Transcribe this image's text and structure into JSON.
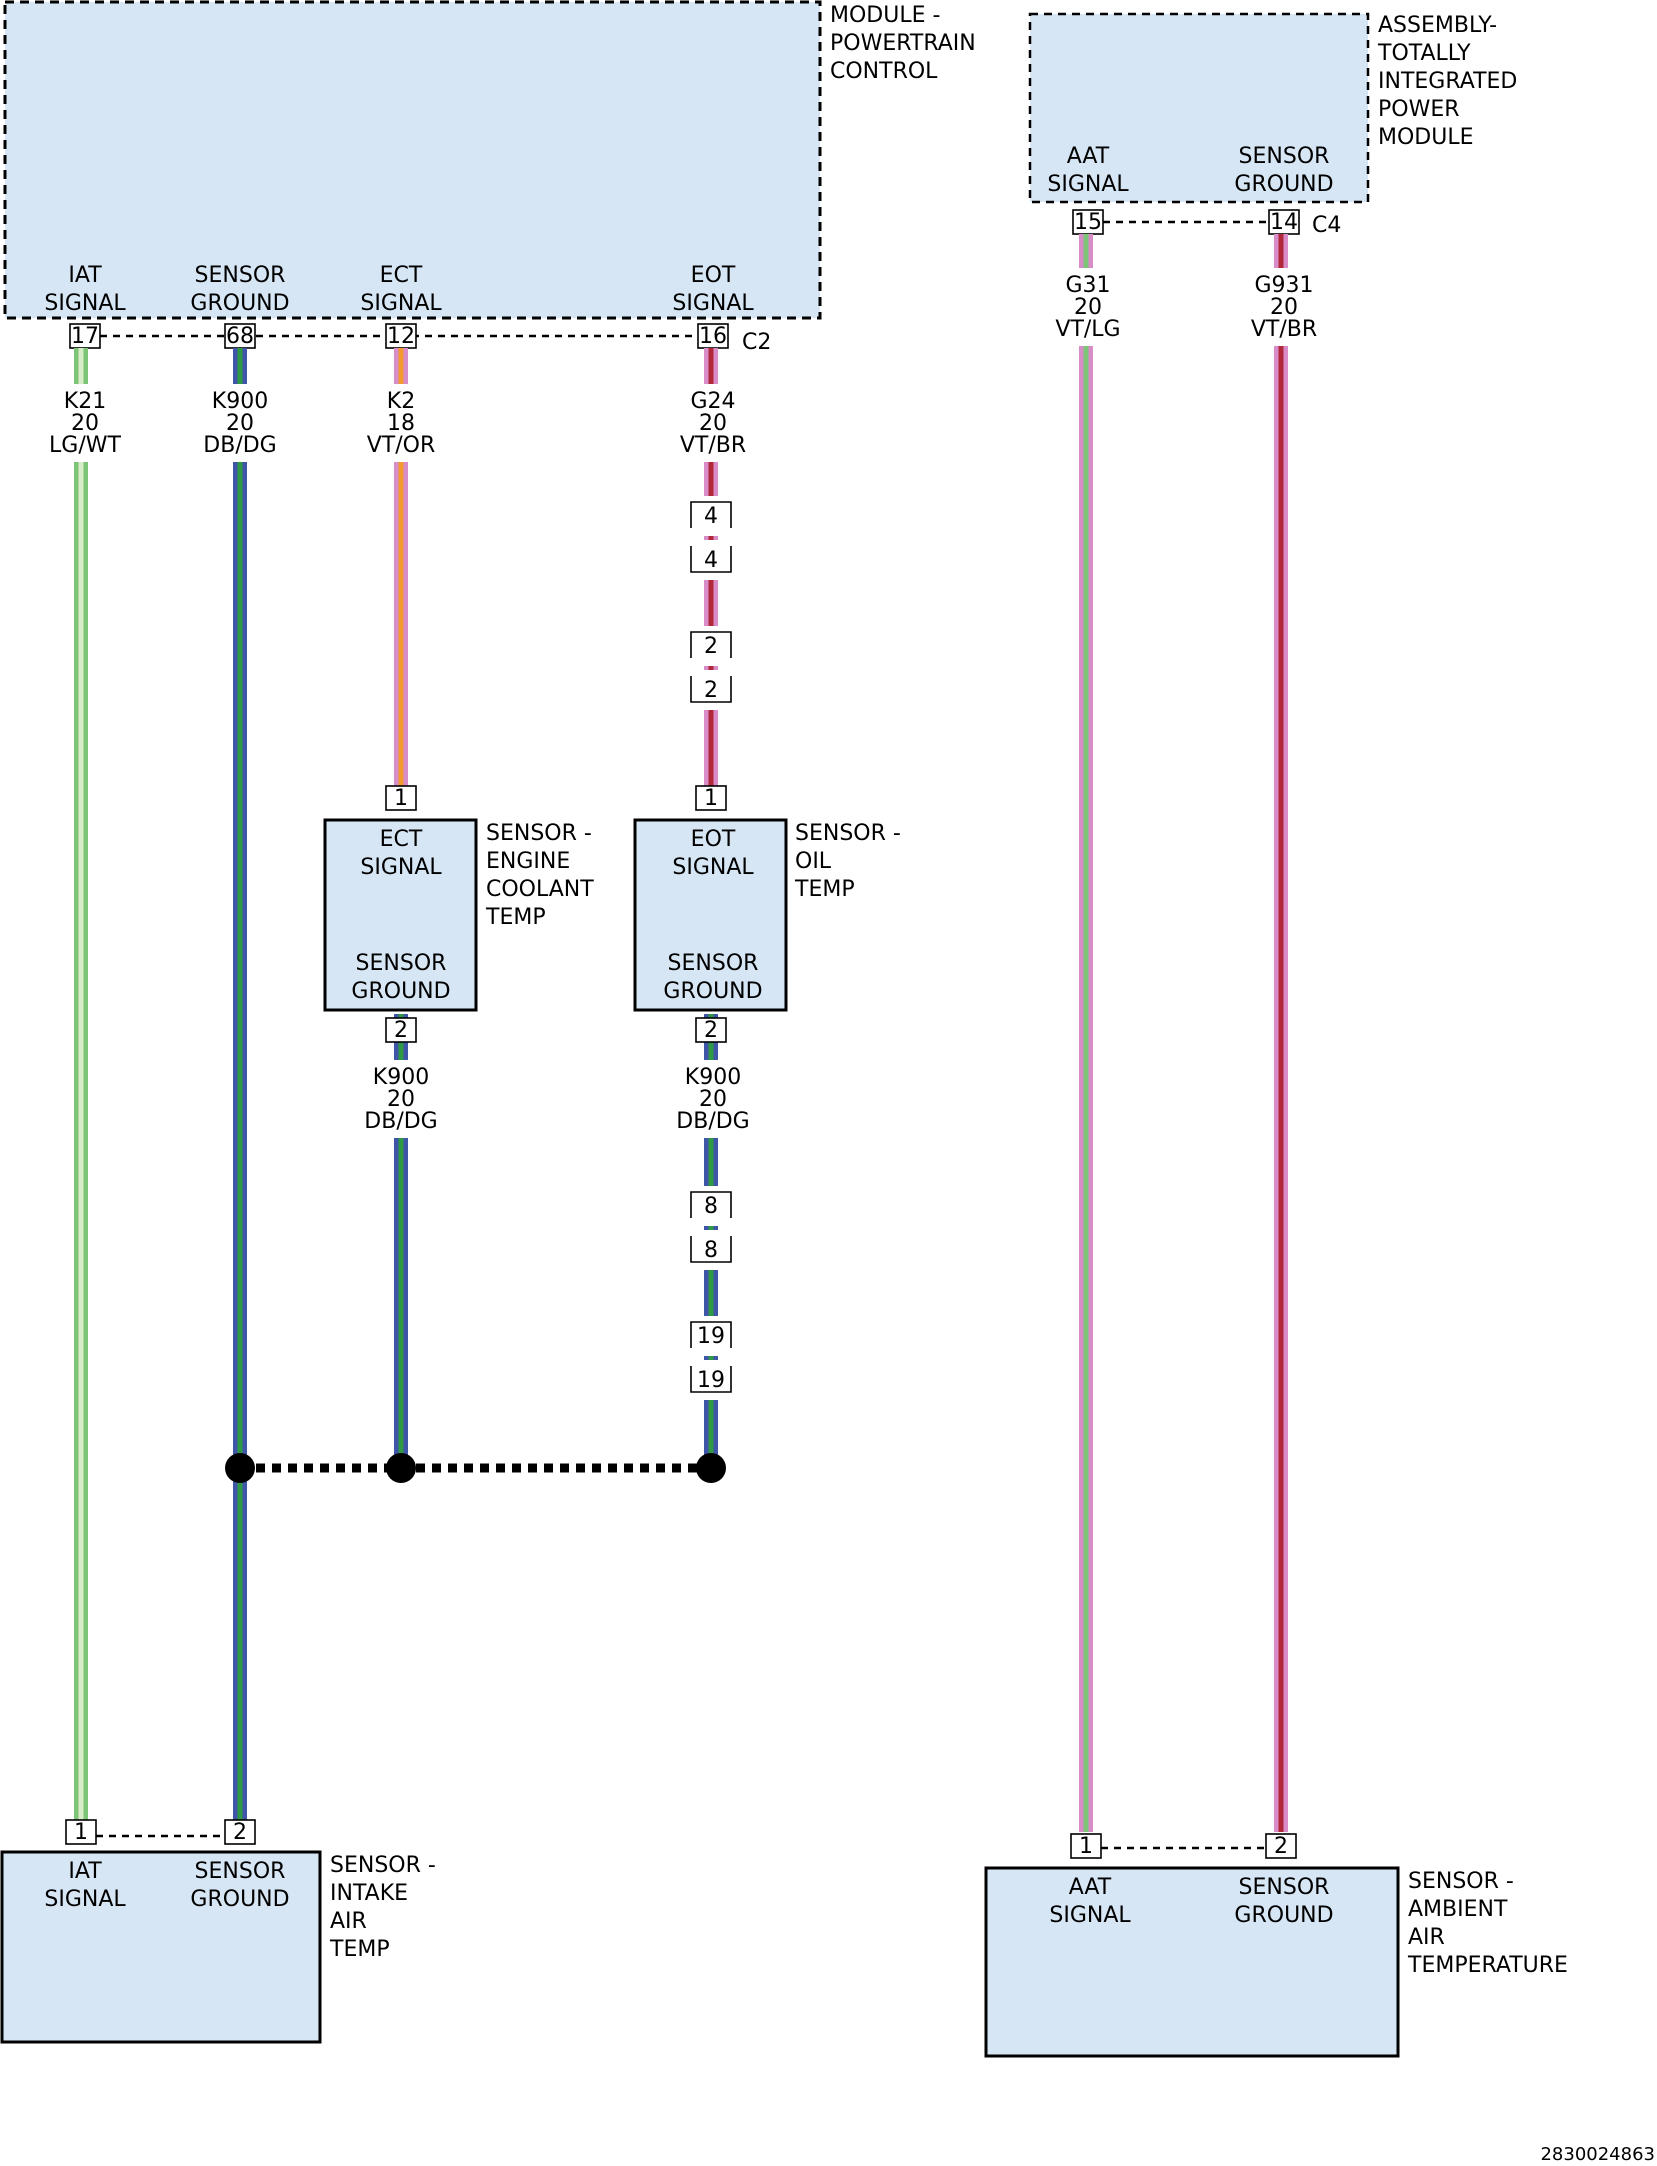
{
  "modules": {
    "pcm": {
      "name": [
        "MODULE -",
        "POWERTRAIN",
        "CONTROL"
      ],
      "connector": "C2",
      "pins": [
        {
          "pin": "17",
          "label": [
            "IAT",
            "SIGNAL"
          ]
        },
        {
          "pin": "68",
          "label": [
            "SENSOR",
            "GROUND"
          ]
        },
        {
          "pin": "12",
          "label": [
            "ECT",
            "SIGNAL"
          ]
        },
        {
          "pin": "16",
          "label": [
            "EOT",
            "SIGNAL"
          ]
        }
      ]
    },
    "tipm": {
      "name": [
        "ASSEMBLY-",
        "TOTALLY",
        "INTEGRATED",
        "POWER",
        "MODULE"
      ],
      "connector": "C4",
      "pins": [
        {
          "pin": "15",
          "label": [
            "AAT",
            "SIGNAL"
          ]
        },
        {
          "pin": "14",
          "label": [
            "SENSOR",
            "GROUND"
          ]
        }
      ]
    },
    "ect_sensor": {
      "name": [
        "SENSOR -",
        "ENGINE",
        "COOLANT",
        "TEMP"
      ],
      "pins": [
        {
          "pin": "1",
          "label": [
            "ECT",
            "SIGNAL"
          ]
        },
        {
          "pin": "2",
          "label": [
            "SENSOR",
            "GROUND"
          ]
        }
      ]
    },
    "eot_sensor": {
      "name": [
        "SENSOR -",
        "OIL",
        "TEMP"
      ],
      "pins": [
        {
          "pin": "1",
          "label": [
            "EOT",
            "SIGNAL"
          ]
        },
        {
          "pin": "2",
          "label": [
            "SENSOR",
            "GROUND"
          ]
        }
      ]
    },
    "iat_sensor": {
      "name": [
        "SENSOR -",
        "INTAKE",
        "AIR",
        "TEMP"
      ],
      "pins": [
        {
          "pin": "1",
          "label": [
            "IAT",
            "SIGNAL"
          ]
        },
        {
          "pin": "2",
          "label": [
            "SENSOR",
            "GROUND"
          ]
        }
      ]
    },
    "aat_sensor": {
      "name": [
        "SENSOR -",
        "AMBIENT",
        "AIR",
        "TEMPERATURE"
      ],
      "pins": [
        {
          "pin": "1",
          "label": [
            "AAT",
            "SIGNAL"
          ]
        },
        {
          "pin": "2",
          "label": [
            "SENSOR",
            "GROUND"
          ]
        }
      ]
    }
  },
  "wires": {
    "k21": {
      "circuit": "K21",
      "gauge": "20",
      "color": "LG/WT",
      "base": "#7cc576",
      "stripe": "#d8ecc8"
    },
    "k900_pcm": {
      "circuit": "K900",
      "gauge": "20",
      "color": "DB/DG",
      "base": "#3f56a8",
      "stripe": "#2e9a45"
    },
    "k2": {
      "circuit": "K2",
      "gauge": "18",
      "color": "VT/OR",
      "base": "#d88cc8",
      "stripe": "#f39a2e"
    },
    "g24": {
      "circuit": "G24",
      "gauge": "20",
      "color": "VT/BR",
      "base": "#d88cc8",
      "stripe": "#b0283a"
    },
    "k900_ect": {
      "circuit": "K900",
      "gauge": "20",
      "color": "DB/DG",
      "base": "#3f56a8",
      "stripe": "#2e9a45"
    },
    "k900_eot": {
      "circuit": "K900",
      "gauge": "20",
      "color": "DB/DG",
      "base": "#3f56a8",
      "stripe": "#2e9a45"
    },
    "g31": {
      "circuit": "G31",
      "gauge": "20",
      "color": "VT/LG",
      "base": "#d88cc8",
      "stripe": "#7cc576"
    },
    "g931": {
      "circuit": "G931",
      "gauge": "20",
      "color": "VT/BR",
      "base": "#d88cc8",
      "stripe": "#b0283a"
    }
  },
  "inline_connectors": {
    "g24": [
      "4",
      "4",
      "2",
      "2"
    ],
    "k900_eot": [
      "8",
      "8",
      "19",
      "19"
    ]
  },
  "colors": {
    "module_fill": "#d6e6f5",
    "outline": "#000000"
  },
  "figure_id": "2830024863"
}
